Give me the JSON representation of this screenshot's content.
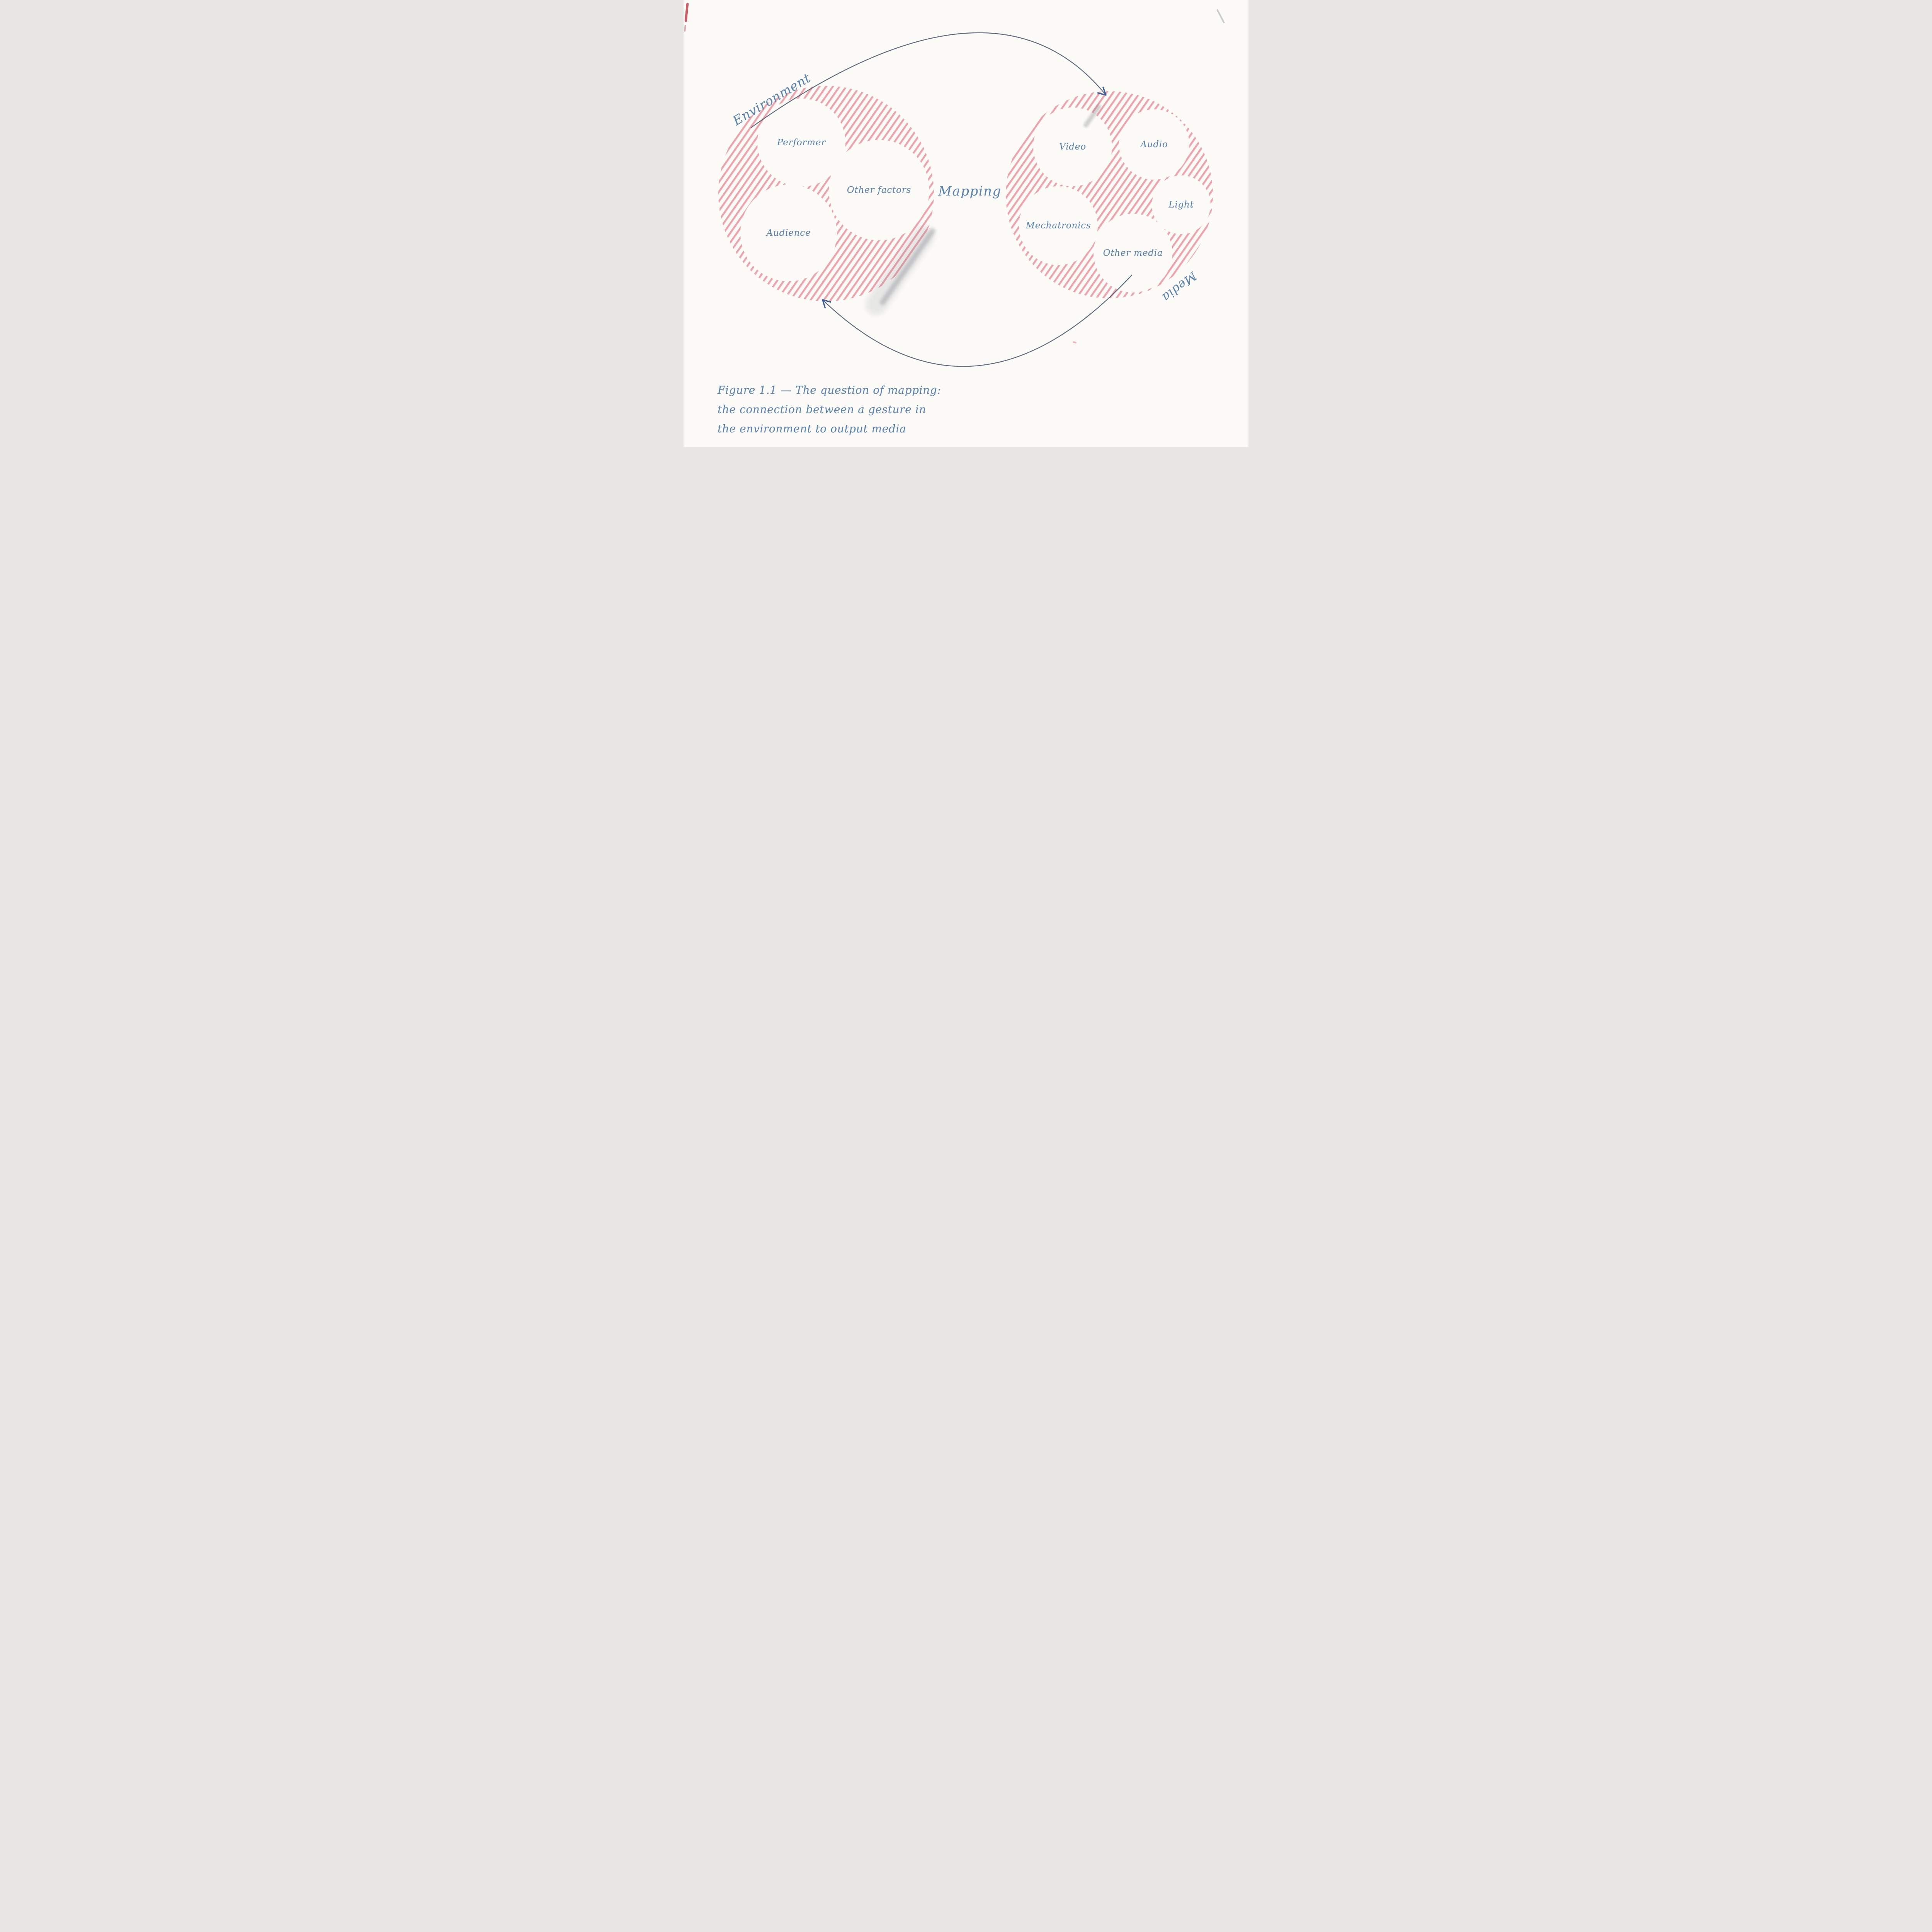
{
  "diagram": {
    "environment_group": {
      "group_label": "Environment",
      "circles": {
        "performer": "Performer",
        "other_factors": "Other factors",
        "audience": "Audience"
      }
    },
    "media_group": {
      "group_label": "Media",
      "circles": {
        "video": "Video",
        "audio": "Audio",
        "light": "Light",
        "mechatronics": "Mechatronics",
        "other_media": "Other media"
      }
    },
    "mapping_label": "Mapping"
  },
  "caption": {
    "line1": "Figure 1.1 — The question of mapping:",
    "line2": "the connection between a gesture in",
    "line3": "the environment to output media"
  },
  "colors": {
    "background": "#fcfbf7",
    "hatch_pink": "#eda3ac",
    "text_blue": "#5c84ae",
    "arrow_slate": "#4f6078",
    "arrowhead_blue": "#3a5f9d"
  }
}
